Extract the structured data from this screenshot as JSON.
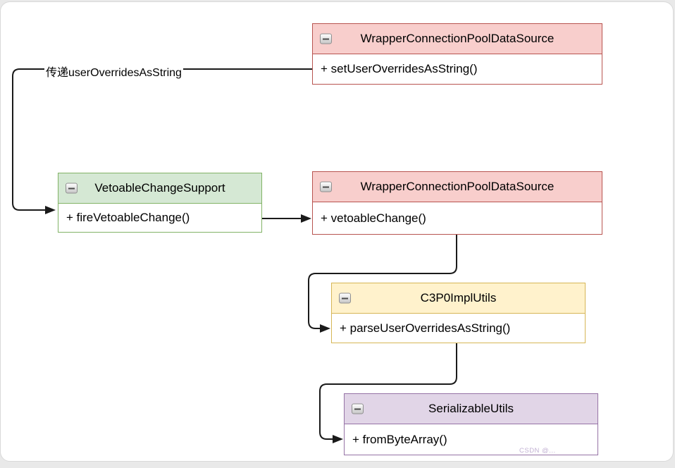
{
  "diagram": {
    "edge_label": "传递userOverridesAsString",
    "watermark": "CSDN @...",
    "line_color": "#1a1a1a",
    "colors": {
      "red": {
        "fill": "#f8cecc",
        "stroke": "#b85450"
      },
      "green": {
        "fill": "#d5e8d4",
        "stroke": "#82b366"
      },
      "yellow": {
        "fill": "#fff2cc",
        "stroke": "#d6b656"
      },
      "purple": {
        "fill": "#e1d5e7",
        "stroke": "#9673a6"
      }
    },
    "classes": [
      {
        "name": "WrapperConnectionPoolDataSource",
        "method": "+ setUserOverridesAsString()",
        "theme": "red"
      },
      {
        "name": "VetoableChangeSupport",
        "method": "+ fireVetoableChange()",
        "theme": "green"
      },
      {
        "name": "WrapperConnectionPoolDataSource",
        "method": "+ vetoableChange()",
        "theme": "red"
      },
      {
        "name": "C3P0ImplUtils",
        "method": "+ parseUserOverridesAsString()",
        "theme": "yellow"
      },
      {
        "name": "SerializableUtils",
        "method": "+ fromByteArray()",
        "theme": "purple"
      }
    ]
  }
}
